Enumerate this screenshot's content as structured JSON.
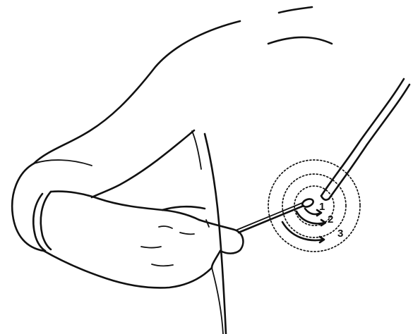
{
  "diagram": {
    "steps": [
      {
        "label": "1"
      },
      {
        "label": "2"
      },
      {
        "label": "3"
      }
    ],
    "colors": {
      "ink": "#111111",
      "background": "#ffffff"
    },
    "icons": [
      "gloved-hand-icon",
      "swab-icon",
      "catheter-tube-icon",
      "spiral-arrow-icon"
    ]
  }
}
